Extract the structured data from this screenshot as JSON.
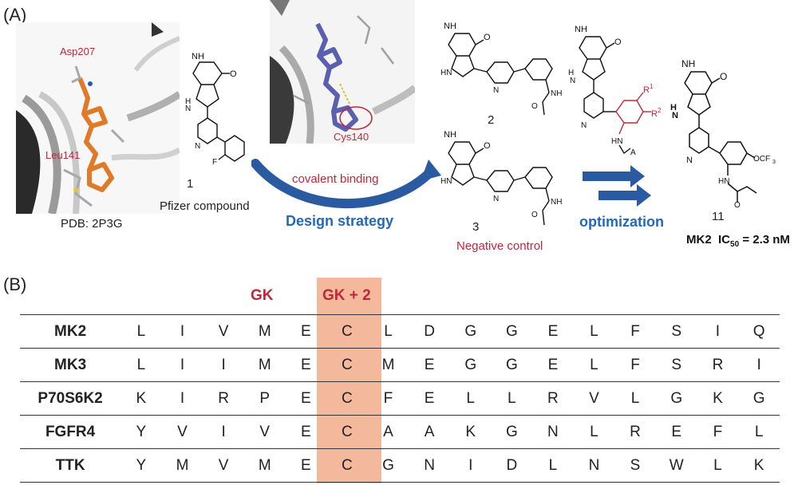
{
  "panel_a": {
    "label": "(A)",
    "pdb_caption": "PDB: 2P3G",
    "residue_asp": "Asp207",
    "residue_leu": "Leu141",
    "residue_cys": "Cys140",
    "compound1_number": "1",
    "compound1_caption": "Pfizer compound",
    "arrow_caption": "covalent binding",
    "strategy_caption": "Design strategy",
    "compound2_number": "2",
    "compound3_number": "3",
    "compound3_caption": "Negative control",
    "optimization_caption": "optimization",
    "compound11_number": "11",
    "ic50_target": "MK2",
    "ic50_prefix": "IC",
    "ic50_sub": "50",
    "ic50_value": "= 2.3 nM",
    "atoms": {
      "nh": "NH",
      "hn": "HN",
      "o": "O",
      "n": "N",
      "h": "H",
      "f": "F",
      "r1": "R",
      "r1_sup": "1",
      "r2": "R",
      "r2_sup": "2",
      "a": "A",
      "ocf3": "OCF",
      "ocf3_sub": "3"
    },
    "colors": {
      "red": "#c0283a",
      "blue": "#2468b8",
      "orange": "#e07a28",
      "ligand_blue": "#5a5fb0"
    }
  },
  "panel_b": {
    "label": "(B)",
    "gk_label": "GK",
    "gk2_label": "GK + 2",
    "highlight_color": "#f4b89c",
    "rows": [
      {
        "name": "MK2",
        "residues": [
          "L",
          "I",
          "V",
          "M",
          "E",
          "C",
          "L",
          "D",
          "G",
          "G",
          "E",
          "L",
          "F",
          "S",
          "I",
          "Q"
        ]
      },
      {
        "name": "MK3",
        "residues": [
          "L",
          "I",
          "I",
          "M",
          "E",
          "C",
          "M",
          "E",
          "G",
          "G",
          "E",
          "L",
          "F",
          "S",
          "R",
          "I"
        ]
      },
      {
        "name": "P70S6K2",
        "residues": [
          "K",
          "I",
          "R",
          "P",
          "E",
          "C",
          "F",
          "E",
          "L",
          "L",
          "R",
          "V",
          "L",
          "G",
          "K",
          "G"
        ]
      },
      {
        "name": "FGFR4",
        "residues": [
          "Y",
          "V",
          "I",
          "V",
          "E",
          "C",
          "A",
          "A",
          "K",
          "G",
          "N",
          "L",
          "R",
          "E",
          "F",
          "L"
        ]
      },
      {
        "name": "TTK",
        "residues": [
          "Y",
          "M",
          "V",
          "M",
          "E",
          "C",
          "G",
          "N",
          "I",
          "D",
          "L",
          "N",
          "S",
          "W",
          "L",
          "K"
        ]
      }
    ]
  }
}
